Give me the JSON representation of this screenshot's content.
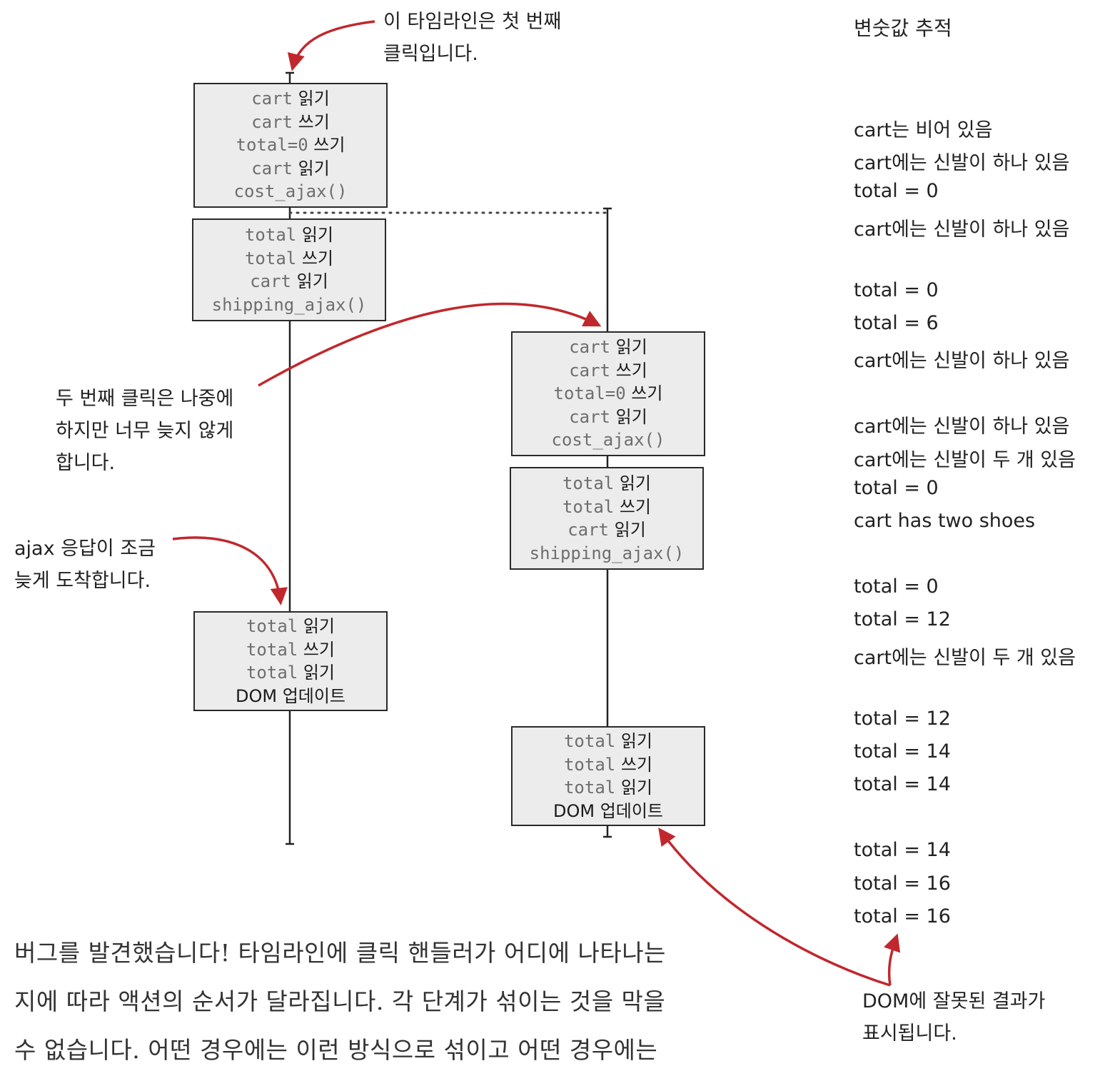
{
  "annotations": {
    "first_click": [
      "이 타임라인은 첫 번째",
      "클릭입니다."
    ],
    "second_click": [
      "두 번째 클릭은 나중에",
      "하지만 너무 늦지 않게",
      "합니다."
    ],
    "ajax_late": [
      "ajax 응답이 조금",
      "늦게 도착합니다."
    ],
    "dom_wrong": [
      "DOM에 잘못된 결과가",
      "표시됩니다."
    ]
  },
  "trace_title": "변숫값 추적",
  "trace_groups": [
    [
      "cart는 비어 있음",
      "cart에는 신발이 하나 있음",
      "total = 0",
      "cart에는 신발이 하나 있음"
    ],
    [
      "total = 0",
      "total = 6",
      "cart에는 신발이 하나 있음"
    ],
    [
      "cart에는 신발이 하나 있음",
      "cart에는 신발이 두 개 있음",
      "total = 0",
      "cart has two shoes"
    ],
    [
      "total = 0",
      "total = 12",
      "cart에는 신발이 두 개 있음"
    ],
    [
      "total = 12",
      "total = 14",
      "total = 14"
    ],
    [
      "total = 14",
      "total = 16",
      "total = 16"
    ]
  ],
  "boxes": {
    "left_1": [
      [
        "cart",
        " 읽기"
      ],
      [
        "cart",
        " 쓰기"
      ],
      [
        "total=0",
        " 쓰기"
      ],
      [
        "cart",
        " 읽기"
      ],
      [
        "cost_ajax()",
        ""
      ]
    ],
    "left_2": [
      [
        "total",
        " 읽기"
      ],
      [
        "total",
        " 쓰기"
      ],
      [
        "cart",
        " 읽기"
      ],
      [
        "shipping_ajax()",
        ""
      ]
    ],
    "left_3": [
      [
        "total",
        " 읽기"
      ],
      [
        "total",
        " 쓰기"
      ],
      [
        "total",
        " 읽기"
      ],
      [
        "",
        "DOM 업데이트"
      ]
    ],
    "right_1": [
      [
        "cart",
        " 읽기"
      ],
      [
        "cart",
        " 쓰기"
      ],
      [
        "total=0",
        " 쓰기"
      ],
      [
        "cart",
        " 읽기"
      ],
      [
        "cost_ajax()",
        ""
      ]
    ],
    "right_2": [
      [
        "total",
        " 읽기"
      ],
      [
        "total",
        " 쓰기"
      ],
      [
        "cart",
        " 읽기"
      ],
      [
        "shipping_ajax()",
        ""
      ]
    ],
    "right_3": [
      [
        "total",
        " 읽기"
      ],
      [
        "total",
        " 쓰기"
      ],
      [
        "total",
        " 읽기"
      ],
      [
        "",
        "DOM 업데이트"
      ]
    ]
  },
  "paragraph": [
    "버그를 발견했습니다! 타임라인에 클릭 핸들러가 어디에 나타나는",
    "지에 따라 액션의 순서가 달라집니다. 각 단계가 섞이는 것을 막을",
    "수 없습니다. 어떤 경우에는 이런 방식으로 섞이고 어떤 경우에는"
  ],
  "colors": {
    "arrow": "#c0282d",
    "box_fill": "#ececec",
    "box_border": "#2a2a2a",
    "code_text": "#6e6e6e"
  }
}
